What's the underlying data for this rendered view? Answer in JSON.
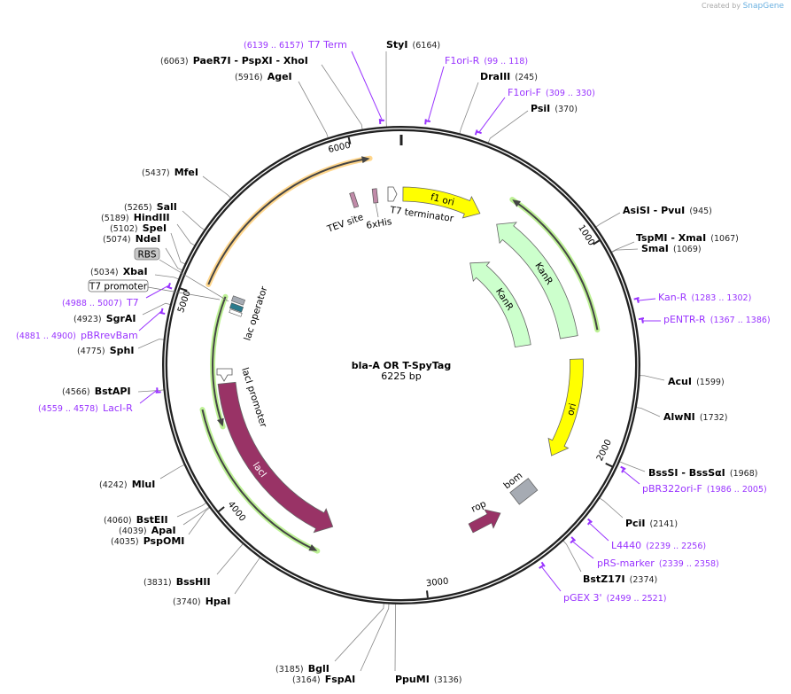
{
  "credit": {
    "prefix": "Created by",
    "brand": "SnapGene"
  },
  "plasmid": {
    "name": "bla-A OR T-SpyTag",
    "length_label": "6225 bp",
    "length_bp": 6225
  },
  "ticks": [
    {
      "bp": 1000,
      "label": "1000"
    },
    {
      "bp": 2000,
      "label": "2000"
    },
    {
      "bp": 3000,
      "label": "3000"
    },
    {
      "bp": 4000,
      "label": "4000"
    },
    {
      "bp": 5000,
      "label": "5000"
    },
    {
      "bp": 6000,
      "label": "6000"
    }
  ],
  "sites": [
    {
      "name": "StyI",
      "pos": 6164,
      "pos_label": "(6164)",
      "side": "right"
    },
    {
      "name": "PaeR7I   - PspXI   - XhoI",
      "pos": 6063,
      "pos_label": "(6063)",
      "side": "left"
    },
    {
      "name": "AgeI",
      "pos": 5916,
      "pos_label": "(5916)",
      "side": "left"
    },
    {
      "name": "DraIII",
      "pos": 245,
      "pos_label": "(245)",
      "side": "right"
    },
    {
      "name": "PsiI",
      "pos": 370,
      "pos_label": "(370)",
      "side": "right"
    },
    {
      "name": "AsiSI   - PvuI",
      "pos": 945,
      "pos_label": "(945)",
      "side": "right"
    },
    {
      "name": "TspMI   - XmaI",
      "pos": 1067,
      "pos_label": "(1067)",
      "side": "right"
    },
    {
      "name": "SmaI",
      "pos": 1069,
      "pos_label": "(1069)",
      "side": "right"
    },
    {
      "name": "AcuI",
      "pos": 1599,
      "pos_label": "(1599)",
      "side": "right"
    },
    {
      "name": "AlwNI",
      "pos": 1732,
      "pos_label": "(1732)",
      "side": "right"
    },
    {
      "name": "BssSI   - BssSαI",
      "pos": 1968,
      "pos_label": "(1968)",
      "side": "right"
    },
    {
      "name": "PciI",
      "pos": 2141,
      "pos_label": "(2141)",
      "side": "right"
    },
    {
      "name": "BstZ17I",
      "pos": 2374,
      "pos_label": "(2374)",
      "side": "right"
    },
    {
      "name": "PpuMI",
      "pos": 3136,
      "pos_label": "(3136)",
      "side": "right"
    },
    {
      "name": "FspAI",
      "pos": 3164,
      "pos_label": "(3164)",
      "side": "left"
    },
    {
      "name": "BglI",
      "pos": 3185,
      "pos_label": "(3185)",
      "side": "left"
    },
    {
      "name": "HpaI",
      "pos": 3740,
      "pos_label": "(3740)",
      "side": "left"
    },
    {
      "name": "BssHII",
      "pos": 3831,
      "pos_label": "(3831)",
      "side": "left"
    },
    {
      "name": "PspOMI",
      "pos": 4035,
      "pos_label": "(4035)",
      "side": "left"
    },
    {
      "name": "ApaI",
      "pos": 4039,
      "pos_label": "(4039)",
      "side": "left"
    },
    {
      "name": "BstEII",
      "pos": 4060,
      "pos_label": "(4060)",
      "side": "left"
    },
    {
      "name": "MluI",
      "pos": 4242,
      "pos_label": "(4242)",
      "side": "left"
    },
    {
      "name": "BstAPI",
      "pos": 4566,
      "pos_label": "(4566)",
      "side": "left"
    },
    {
      "name": "SphI",
      "pos": 4775,
      "pos_label": "(4775)",
      "side": "left"
    },
    {
      "name": "SgrAI",
      "pos": 4923,
      "pos_label": "(4923)",
      "side": "left"
    },
    {
      "name": "XbaI",
      "pos": 5034,
      "pos_label": "(5034)",
      "side": "left"
    },
    {
      "name": "NdeI",
      "pos": 5074,
      "pos_label": "(5074)",
      "side": "left"
    },
    {
      "name": "SpeI",
      "pos": 5102,
      "pos_label": "(5102)",
      "side": "left"
    },
    {
      "name": "HindIII",
      "pos": 5189,
      "pos_label": "(5189)",
      "side": "left"
    },
    {
      "name": "SalI",
      "pos": 5265,
      "pos_label": "(5265)",
      "side": "left"
    },
    {
      "name": "MfeI",
      "pos": 5437,
      "pos_label": "(5437)",
      "side": "left"
    }
  ],
  "primers": [
    {
      "name": "T7 Term",
      "start": 6139,
      "end": 6157,
      "range_label": "(6139 .. 6157)",
      "side": "left"
    },
    {
      "name": "F1ori-R",
      "start": 99,
      "end": 118,
      "range_label": "(99 .. 118)",
      "side": "right"
    },
    {
      "name": "F1ori-F",
      "start": 309,
      "end": 330,
      "range_label": "(309 .. 330)",
      "side": "right"
    },
    {
      "name": "Kan-R",
      "start": 1283,
      "end": 1302,
      "range_label": "(1283 .. 1302)",
      "side": "right"
    },
    {
      "name": "pENTR-R",
      "start": 1367,
      "end": 1386,
      "range_label": "(1367 .. 1386)",
      "side": "right"
    },
    {
      "name": "pBR322ori-F",
      "start": 1986,
      "end": 2005,
      "range_label": "(1986 .. 2005)",
      "side": "right"
    },
    {
      "name": "L4440",
      "start": 2239,
      "end": 2256,
      "range_label": "(2239 .. 2256)",
      "side": "right"
    },
    {
      "name": "pRS-marker",
      "start": 2339,
      "end": 2358,
      "range_label": "(2339 .. 2358)",
      "side": "right"
    },
    {
      "name": "pGEX 3'",
      "start": 2499,
      "end": 2521,
      "range_label": "(2499 .. 2521)",
      "side": "right"
    },
    {
      "name": "LacI-R",
      "start": 4559,
      "end": 4578,
      "range_label": "(4559 .. 4578)",
      "side": "left"
    },
    {
      "name": "pBRrevBam",
      "start": 4881,
      "end": 4900,
      "range_label": "(4881 .. 4900)",
      "side": "left"
    },
    {
      "name": "T7",
      "start": 4988,
      "end": 5007,
      "range_label": "(4988 .. 5007)",
      "side": "left"
    }
  ],
  "boxed_features": [
    {
      "name": "T7 promoter"
    },
    {
      "name": "RBS"
    }
  ],
  "features": [
    {
      "name": "f1 ori",
      "start": 10,
      "end": 474,
      "dir": 1,
      "color": "#ffff00",
      "style": "block"
    },
    {
      "name": "",
      "start": 585,
      "end": 1380,
      "dir": -1,
      "color": "#b6f08a",
      "style": "line"
    },
    {
      "name": "KanR",
      "start": 590,
      "end": 1392,
      "dir": -1,
      "color": "#ccffcc",
      "style": "block"
    },
    {
      "name": "KanR",
      "start": 588,
      "end": 1400,
      "dir": -1,
      "color": "#ccffcc",
      "style": "block"
    },
    {
      "name": "ori",
      "start": 1522,
      "end": 2093,
      "dir": 1,
      "color": "#ffff00",
      "style": "block"
    },
    {
      "name": "lacI",
      "start": 3510,
      "end": 4567,
      "dir": -1,
      "color": "#993366",
      "style": "block"
    },
    {
      "name": "",
      "start": 4340,
      "end": 5036,
      "dir": -1,
      "color": "#b6f08a",
      "style": "line"
    },
    {
      "name": "",
      "start": 3533,
      "end": 4451,
      "dir": -1,
      "color": "#b6f08a",
      "style": "line"
    },
    {
      "name": "",
      "start": 5061,
      "end": 6076,
      "dir": 1,
      "color": "#ffd27f",
      "style": "line"
    }
  ],
  "small_features": {
    "tev": "TEV site",
    "his": "6xHis",
    "t7term": "T7 terminator",
    "lacop": "lac operator",
    "lacprom": "lacI promoter",
    "bom": "bom",
    "rop": "rop"
  },
  "colors": {
    "primer": "#9933ff",
    "backbone": "#222222",
    "rop": "#993366",
    "bom": "#a6abb3",
    "lacop": "#2a7a8c"
  }
}
